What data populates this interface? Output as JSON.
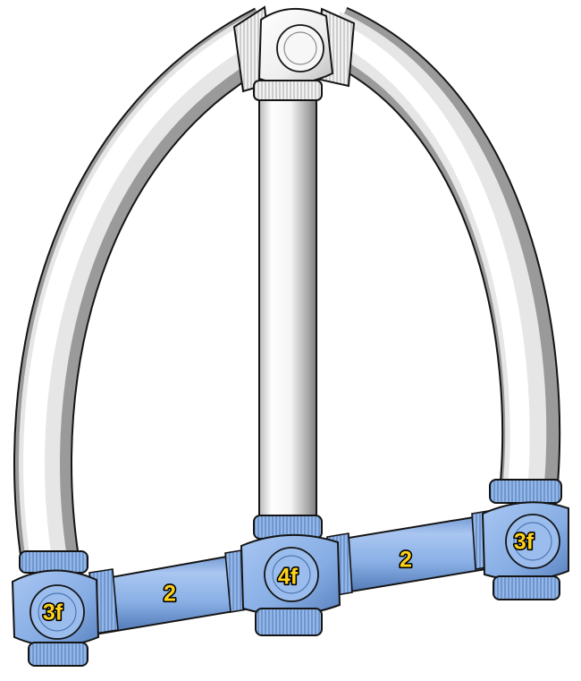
{
  "colors": {
    "frame_white": "#fafafa",
    "frame_shade": "#9a9a9a",
    "part_blue": "#8cb2e8",
    "part_blue_dark": "#5f86c2",
    "outline": "#141414",
    "label_fill": "#ffd21a",
    "label_outline": "#000000"
  },
  "labels": {
    "left_connector": "3f",
    "left_rod": "2",
    "center_connector": "4f",
    "right_rod": "2",
    "right_connector": "3f"
  }
}
